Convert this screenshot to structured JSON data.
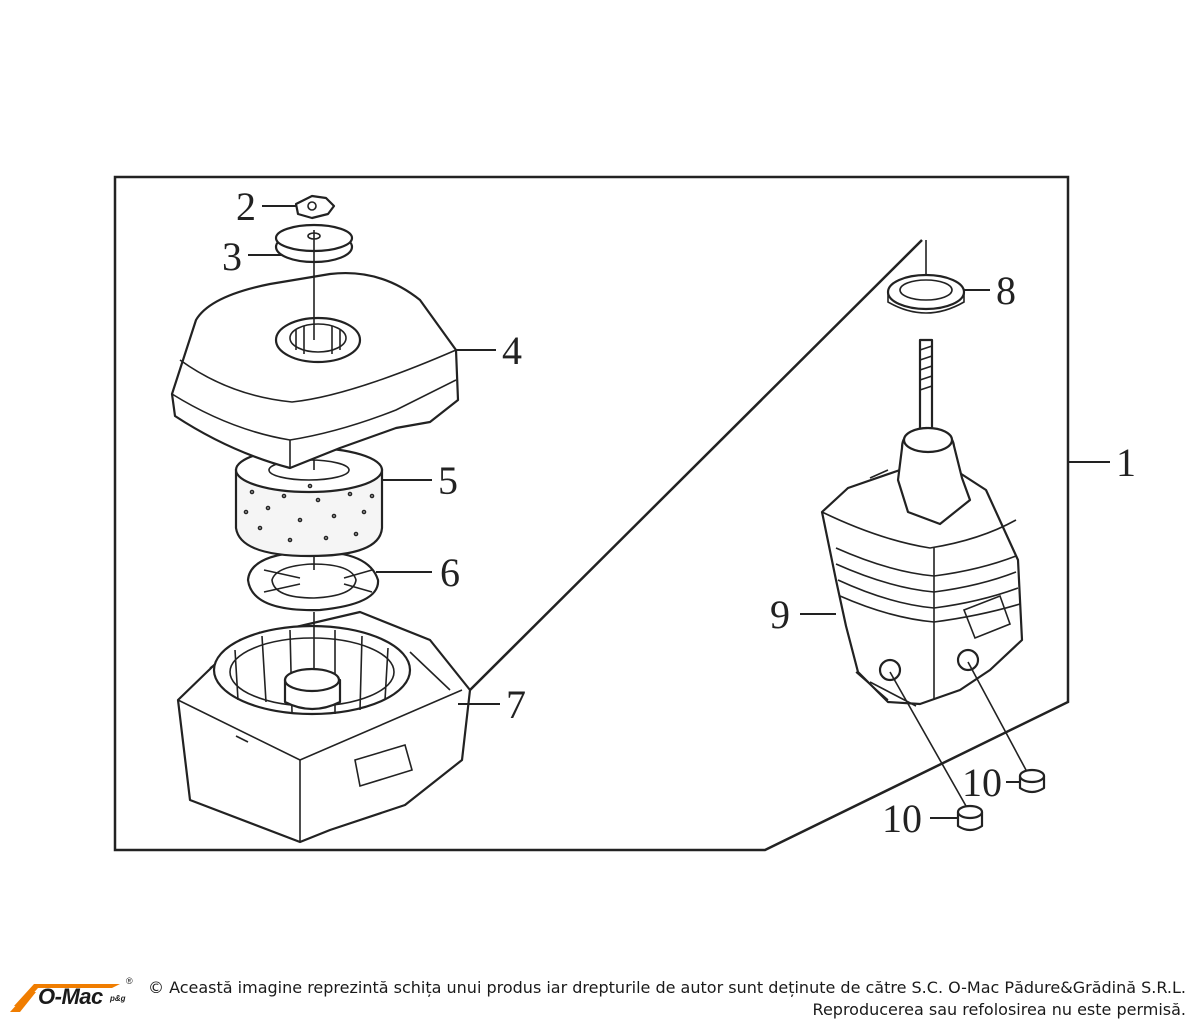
{
  "callouts": {
    "c1": "1",
    "c2": "2",
    "c3": "3",
    "c4": "4",
    "c5": "5",
    "c6": "6",
    "c7": "7",
    "c8": "8",
    "c9": "9",
    "c10a": "10",
    "c10b": "10"
  },
  "footer": {
    "logo_text": "O-Mac",
    "logo_suffix": "p&g",
    "logo_registered": "®",
    "line1": "© Această imagine reprezintă schița unui produs iar drepturile de autor sunt deținute de către S.C. O-Mac Pădure&Grădină S.R.L.",
    "line2": "Reproducerea sau refolosirea nu este permisă."
  },
  "colors": {
    "logo_orange": "#f07d00",
    "ink": "#222222"
  },
  "icons": {
    "logo": "omac-logo-icon"
  }
}
